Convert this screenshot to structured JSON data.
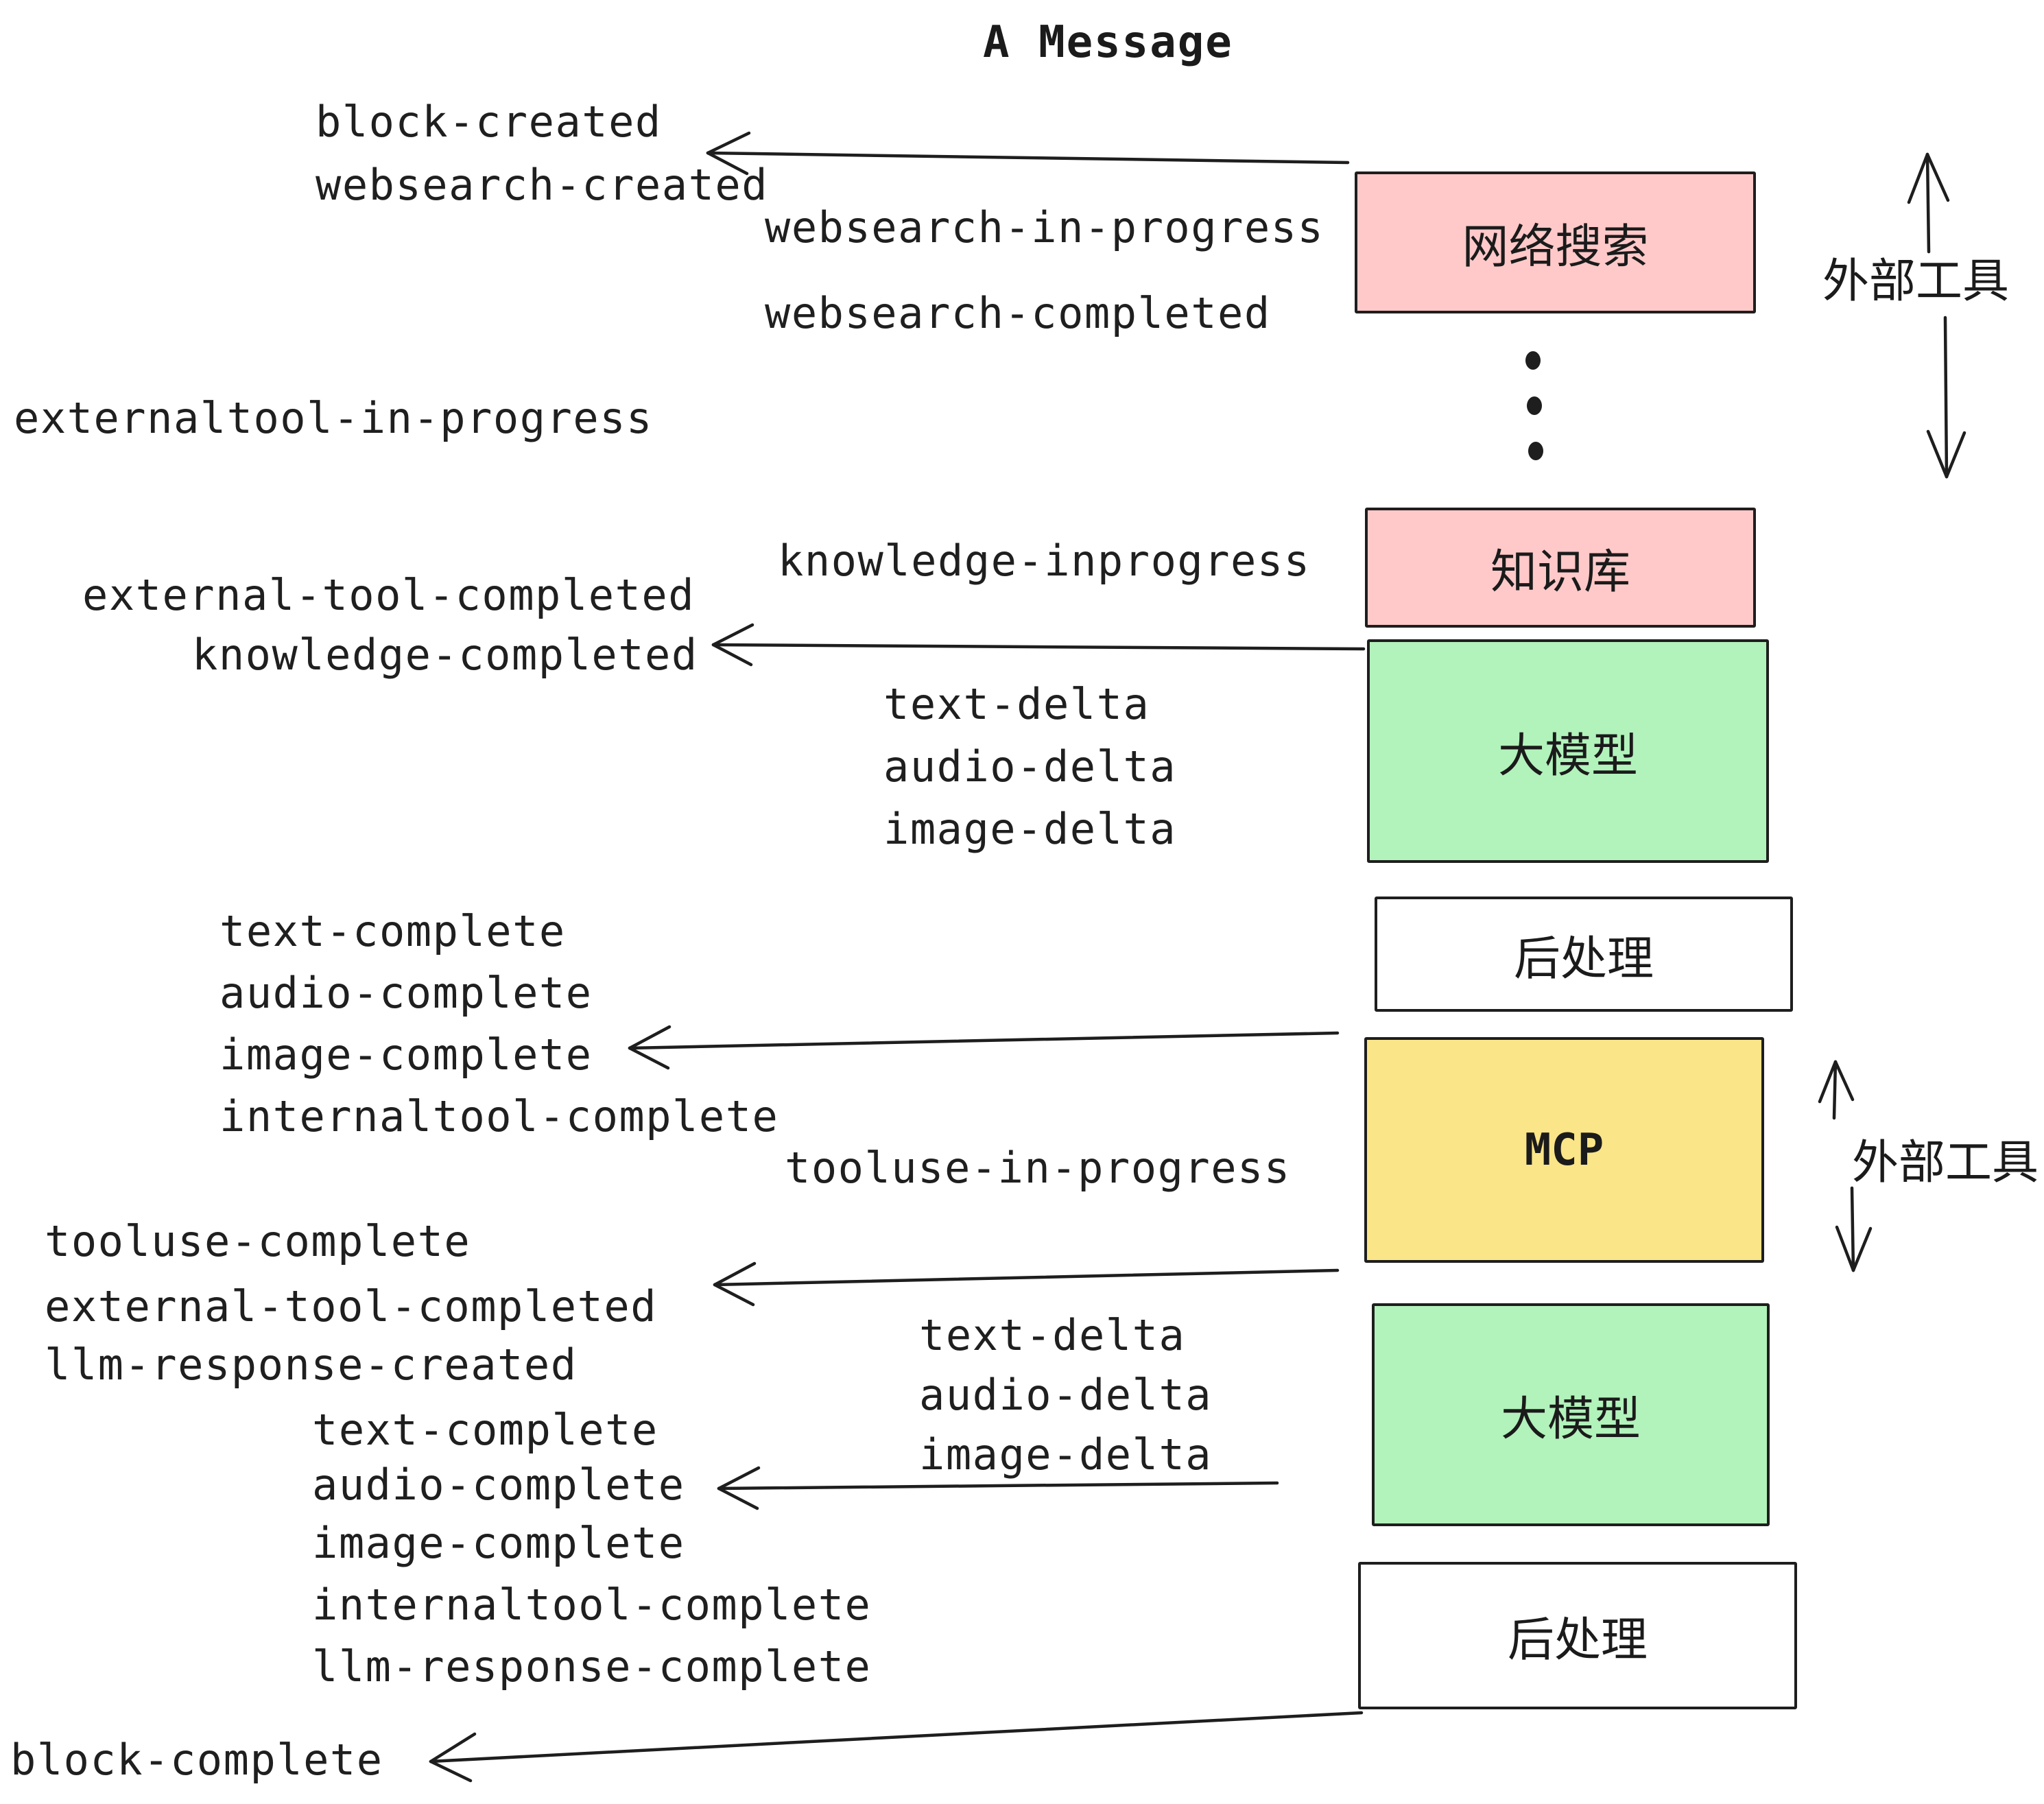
{
  "title": "A Message",
  "colors": {
    "box_pink": "#ffc9c9",
    "box_green": "#b2f2bb",
    "box_yellow": "#fae588",
    "box_white": "#ffffff",
    "stroke": "#1e1e1e",
    "background": "#ffffff"
  },
  "boxes": {
    "websearch": "网络搜索",
    "knowledge": "知识库",
    "llm1": "大模型",
    "post1": "后处理",
    "mcp": "MCP",
    "llm2": "大模型",
    "post2": "后处理"
  },
  "side_labels": {
    "external_tools_top": "外部工具",
    "external_tools_mid": "外部工具"
  },
  "events": {
    "block_created": "block-created",
    "websearch_created": "websearch-created",
    "websearch_in_progress": "websearch-in-progress",
    "websearch_completed": "websearch-completed",
    "externaltool_in_progress": "externaltool-in-progress",
    "knowledge_inprogress": "knowledge-inprogress",
    "external_tool_completed": "external-tool-completed",
    "knowledge_completed": "knowledge-completed",
    "text_delta_1": "text-delta",
    "audio_delta_1": "audio-delta",
    "image_delta_1": "image-delta",
    "text_complete_1": "text-complete",
    "audio_complete_1": "audio-complete",
    "image_complete_1": "image-complete",
    "internaltool_complete_1": "internaltool-complete",
    "tooluse_in_progress": "tooluse-in-progress",
    "tooluse_complete": "tooluse-complete",
    "external_tool_completed_2": "external-tool-completed",
    "llm_response_created": "llm-response-created",
    "text_delta_2": "text-delta",
    "audio_delta_2": "audio-delta",
    "image_delta_2": "image-delta",
    "text_complete_2": "text-complete",
    "audio_complete_2": "audio-complete",
    "image_complete_2": "image-complete",
    "internaltool_complete_2": "internaltool-complete",
    "llm_response_complete": "llm-response-complete",
    "block_complete": "block-complete"
  }
}
